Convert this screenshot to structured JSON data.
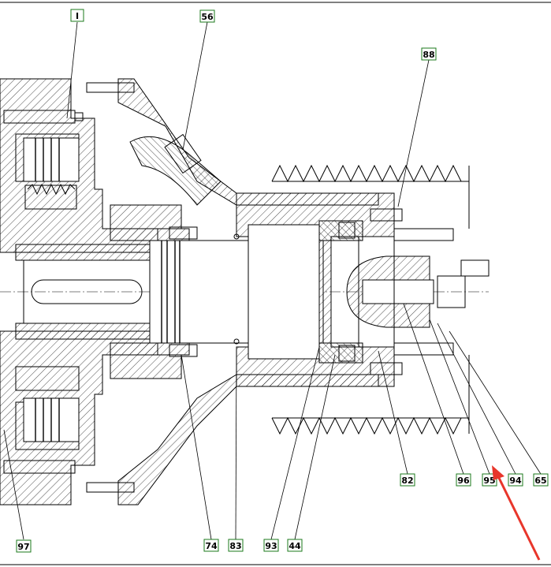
{
  "labels": [
    {
      "id": "l1",
      "text": "I"
    },
    {
      "id": "l56",
      "text": "56"
    },
    {
      "id": "l88",
      "text": "88"
    },
    {
      "id": "l82",
      "text": "82"
    },
    {
      "id": "l96",
      "text": "96"
    },
    {
      "id": "l95",
      "text": "95"
    },
    {
      "id": "l94",
      "text": "94"
    },
    {
      "id": "l65",
      "text": "65"
    },
    {
      "id": "l97",
      "text": "97"
    },
    {
      "id": "l74",
      "text": "74"
    },
    {
      "id": "l83",
      "text": "83"
    },
    {
      "id": "l93",
      "text": "93"
    },
    {
      "id": "l44",
      "text": "44"
    }
  ],
  "colors": {
    "label_border": "#1b7a1b",
    "line": "#000000",
    "arrow": "#e8362b"
  },
  "icons": {
    "pointer": "red-arrow-icon"
  }
}
